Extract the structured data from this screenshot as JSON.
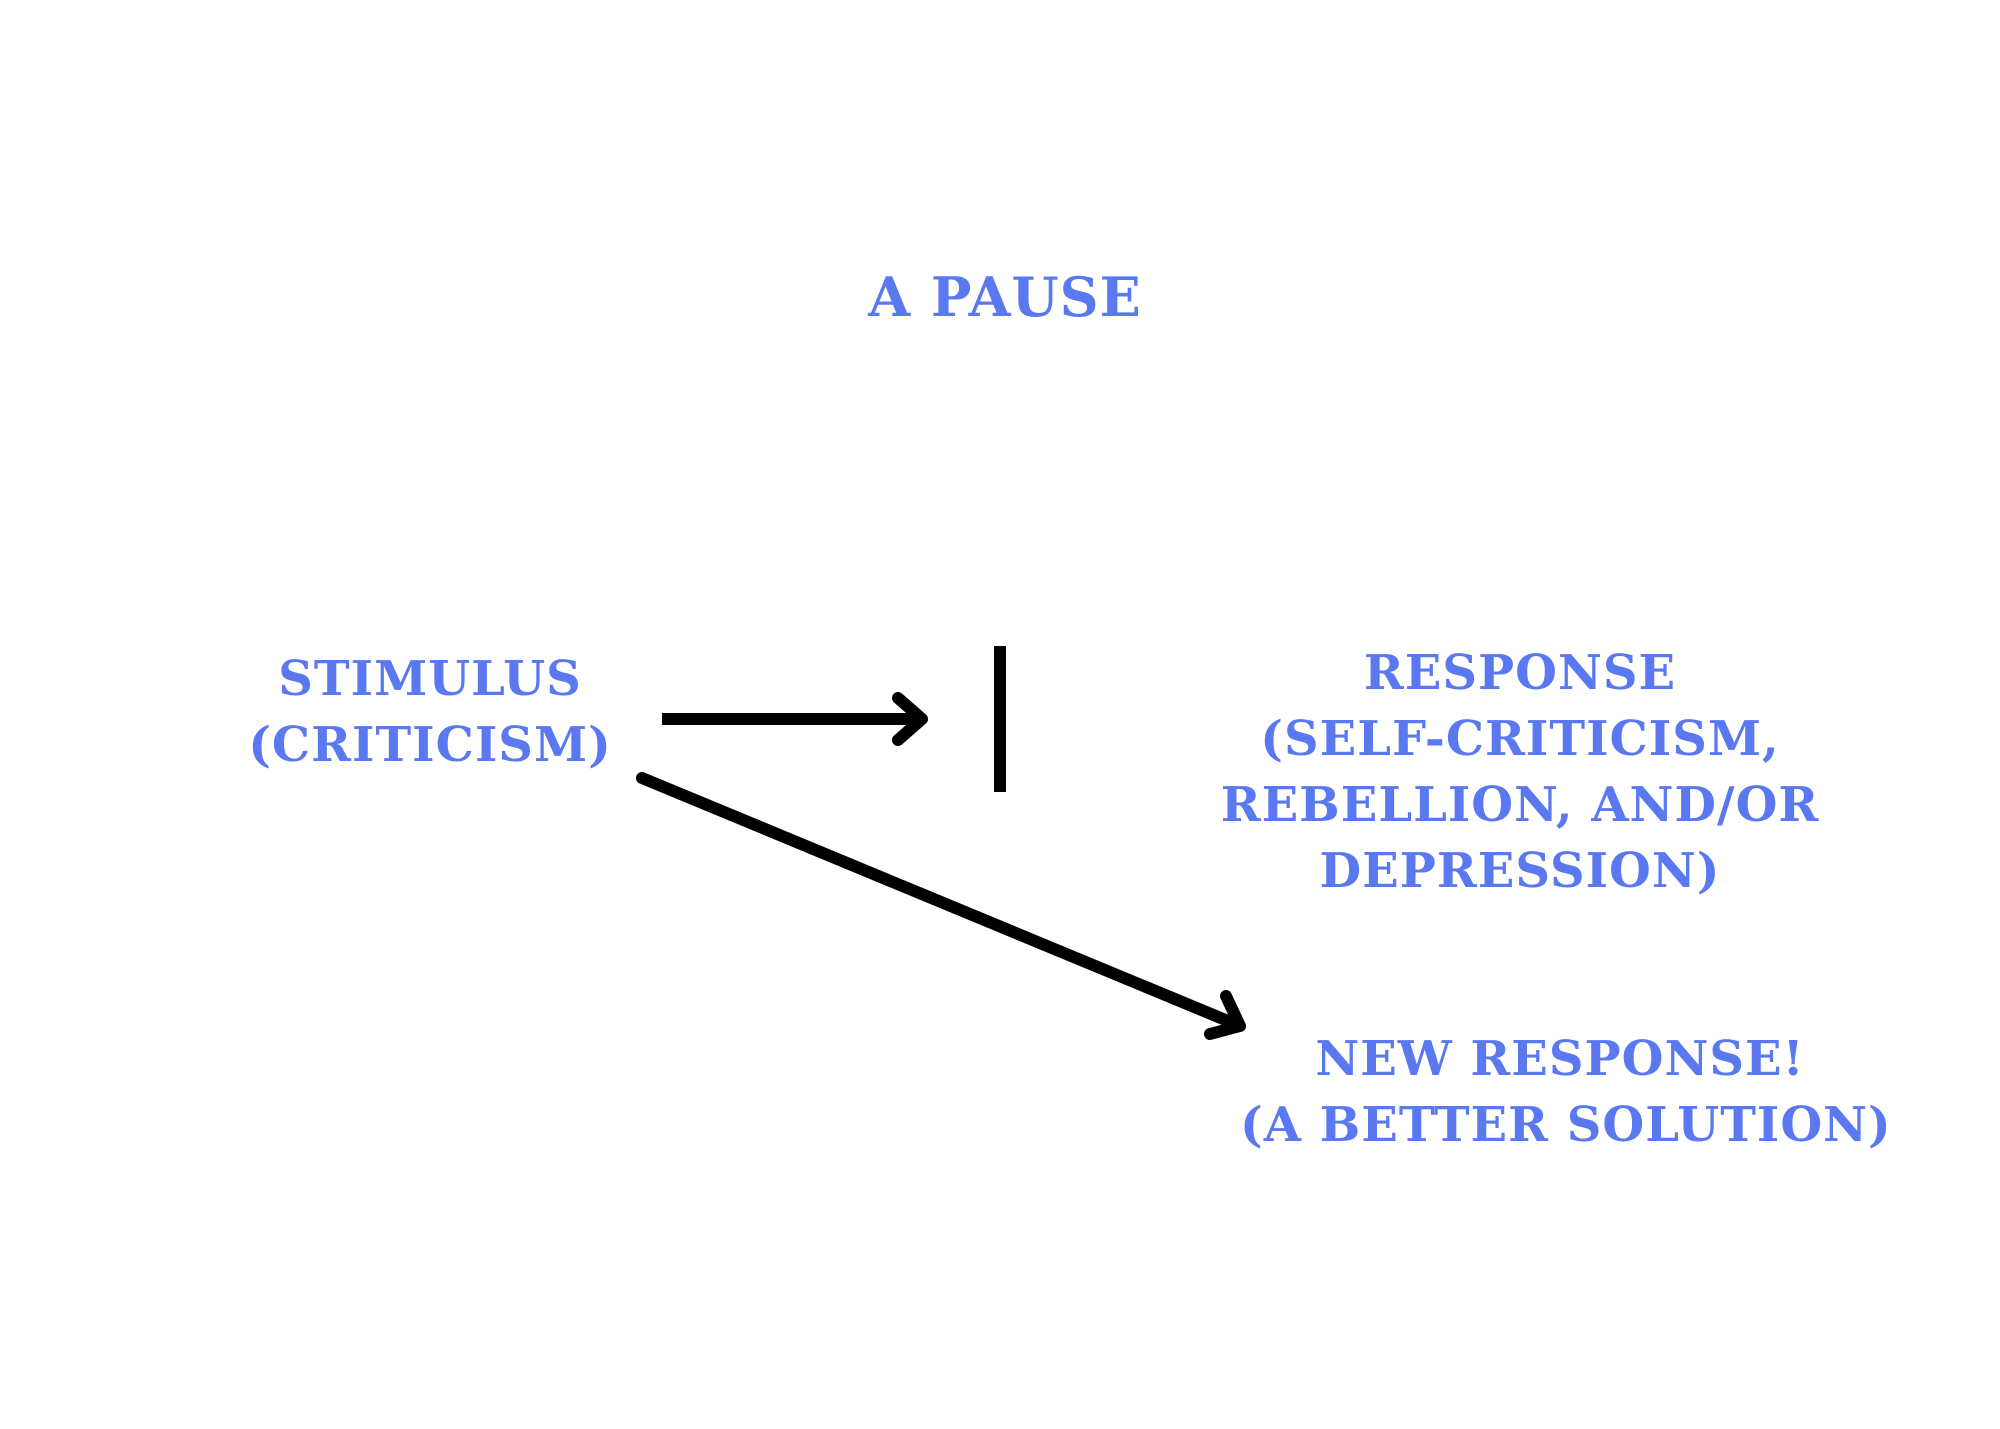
{
  "diagram": {
    "pause_title": "A PAUSE",
    "stimulus": {
      "line1": "STIMULUS",
      "line2": "(CRITICISM)"
    },
    "response": {
      "line1": "RESPONSE",
      "line2": "(SELF-CRITICISM,",
      "line3": "REBELLION, AND/OR",
      "line4": "DEPRESSION)"
    },
    "new_response": {
      "line1": "NEW RESPONSE!",
      "line2": "(A BETTER SOLUTION)"
    },
    "colors": {
      "text": "#5a78f0",
      "arrows": "#000000",
      "background": "#ffffff"
    }
  }
}
